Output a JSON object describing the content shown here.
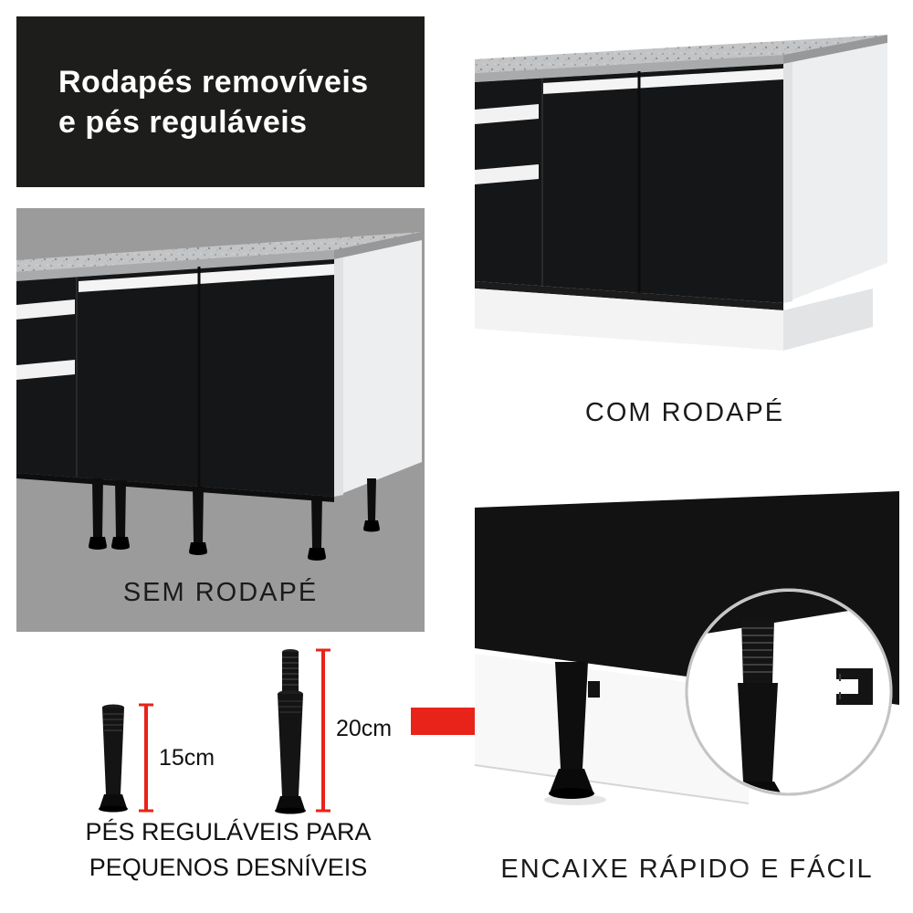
{
  "header": {
    "line1": "Rodapés removíveis",
    "line2": "e pés reguláveis"
  },
  "panels": {
    "com_rodape": {
      "label": "COM RODAPÉ"
    },
    "sem_rodape": {
      "label": "SEM RODAPÉ"
    },
    "encaixe": {
      "label": "ENCAIXE RÁPIDO E FÁCIL"
    }
  },
  "feet": {
    "small_height": "15cm",
    "large_height": "20cm",
    "caption_line1": "PÉS REGULÁVEIS PARA",
    "caption_line2": "PEQUENOS DESNÍVEIS"
  },
  "colors": {
    "accent_red": "#e8231a",
    "panel_gray": "#9b9b9b",
    "header_bg": "#1d1d1b",
    "cabinet_black": "#151617",
    "counter_gray": "#c3c4c6"
  }
}
